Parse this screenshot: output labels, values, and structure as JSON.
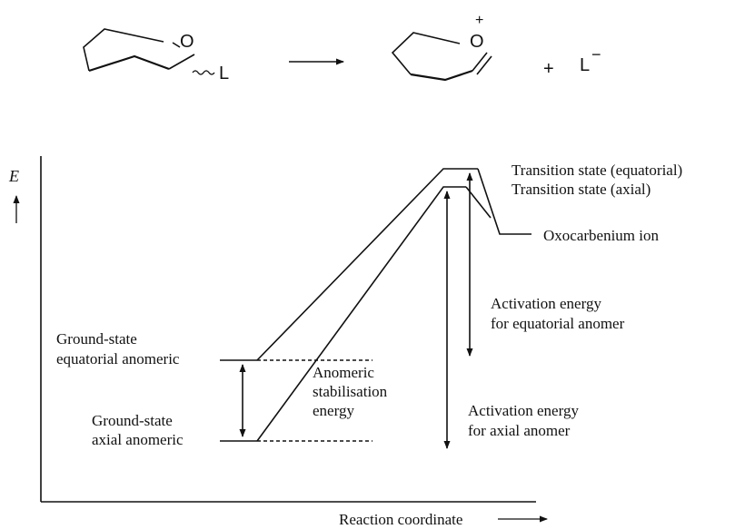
{
  "scheme": {
    "leaving_group_label": "L",
    "oxygen_label": "O",
    "oxocarbenium_oxygen_label": "O",
    "oxocarbenium_charge": "+",
    "plus": "+",
    "anion_label": "L",
    "anion_charge": "−"
  },
  "diagram": {
    "y_axis_label": "E",
    "x_axis_label": "Reaction coordinate",
    "labels": {
      "ts_equatorial": "Transition state (equatorial)",
      "ts_axial": "Transition state (axial)",
      "oxocarbenium": "Oxocarbenium ion",
      "gs_equatorial_line1": "Ground-state",
      "gs_equatorial_line2": "equatorial anomeric",
      "gs_axial_line1": "Ground-state",
      "gs_axial_line2": "axial anomeric",
      "anomeric_line1": "Anomeric",
      "anomeric_line2": "stabilisation",
      "anomeric_line3": "energy",
      "act_eq_line1": "Activation energy",
      "act_eq_line2": "for equatorial anomer",
      "act_ax_line1": "Activation energy",
      "act_ax_line2": "for axial anomer"
    }
  }
}
